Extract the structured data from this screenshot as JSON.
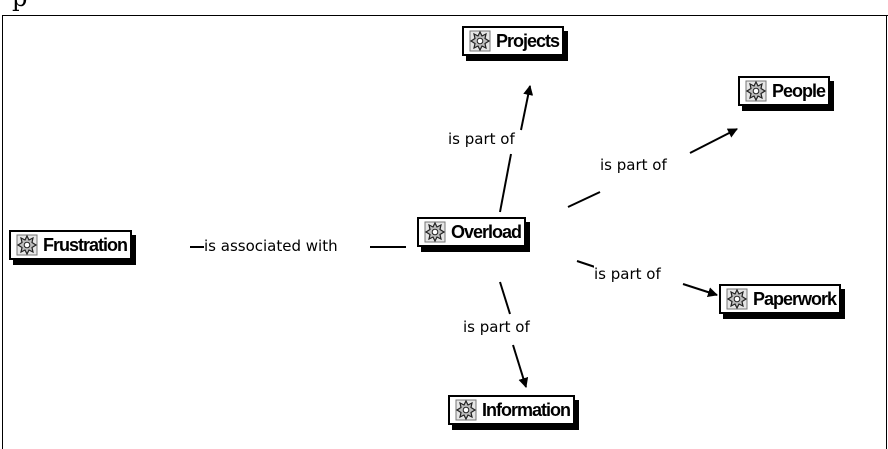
{
  "caption": "p",
  "nodes": {
    "projects": "Projects",
    "people": "People",
    "frustration": "Frustration",
    "overload": "Overload",
    "paperwork": "Paperwork",
    "information": "Information"
  },
  "links": {
    "to_projects": "is part of",
    "to_people": "is part of",
    "to_frustration": "is associated with",
    "to_paperwork": "is part of",
    "to_information": "is part of"
  },
  "icon": "concept-gear-icon"
}
